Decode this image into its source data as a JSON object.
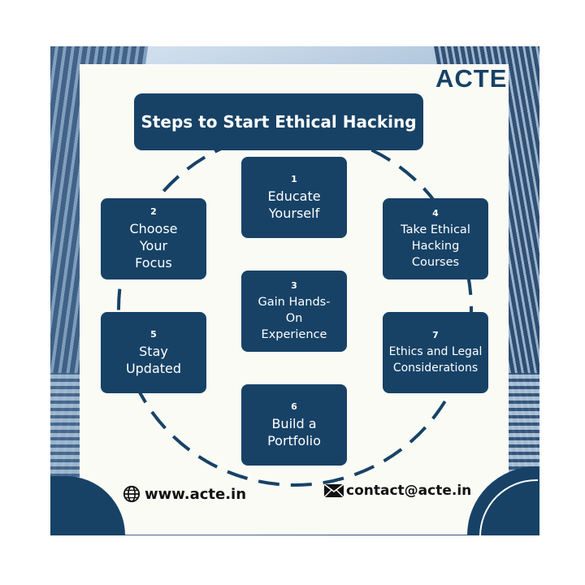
{
  "brand": {
    "logo_text": "ACTE",
    "color": "#174266"
  },
  "title": "Steps to Start Ethical Hacking",
  "steps": [
    {
      "num": "1",
      "label": "Educate\nYourself"
    },
    {
      "num": "2",
      "label": "Choose\nYour\nFocus"
    },
    {
      "num": "3",
      "label": "Gain Hands-\nOn\nExperience"
    },
    {
      "num": "4",
      "label": "Take Ethical\nHacking\nCourses"
    },
    {
      "num": "5",
      "label": "Stay\nUpdated"
    },
    {
      "num": "6",
      "label": "Build a\nPortfolio"
    },
    {
      "num": "7",
      "label": "Ethics and Legal\nConsiderations"
    }
  ],
  "contact": {
    "website": "www.acte.in",
    "website_icon": "globe-icon",
    "email": "contact@acte.in",
    "email_icon": "envelope-icon"
  }
}
